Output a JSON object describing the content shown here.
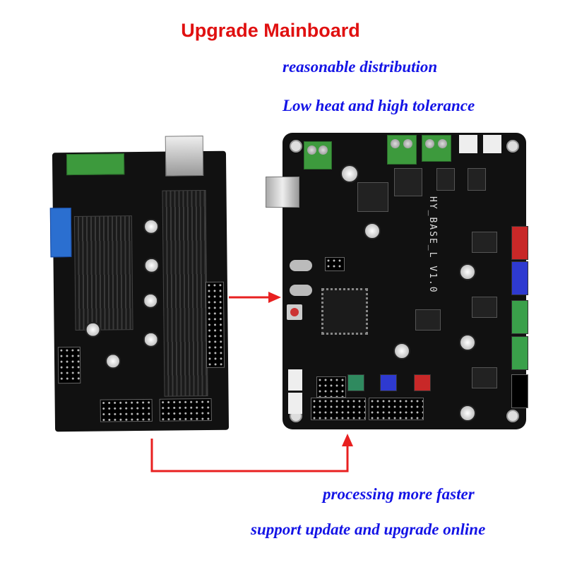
{
  "title": "Upgrade Mainboard",
  "features": [
    "reasonable distribution",
    "Low heat and high tolerance",
    "processing more faster",
    "support update and upgrade online"
  ],
  "new_board": {
    "silkscreen": "HY_BASE_L V1.0"
  },
  "colors": {
    "title": "#e01010",
    "features": "#1414e6",
    "arrow": "#e82020"
  }
}
